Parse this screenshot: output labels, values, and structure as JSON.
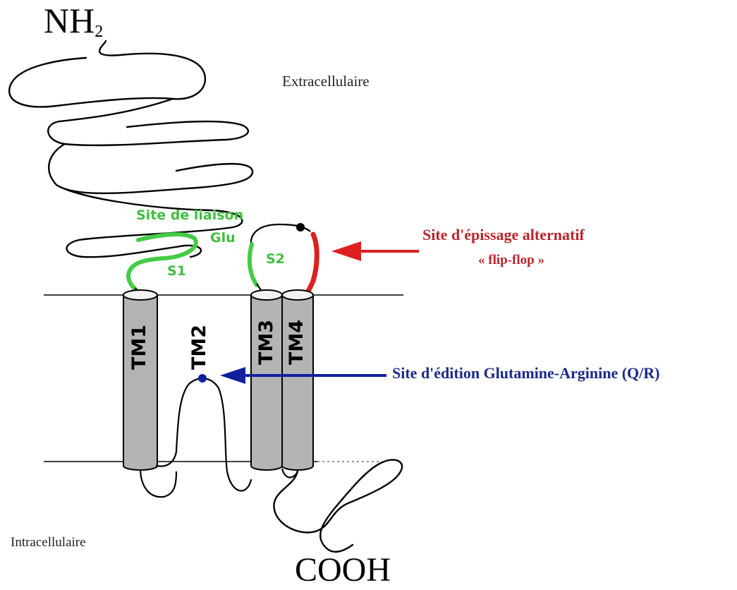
{
  "labels": {
    "nh2": "NH",
    "nh2_sub": "2",
    "extracellular": "Extracellulaire",
    "intracellular": "Intracellulaire",
    "cooh": "COOH",
    "glu_site_line1": "Site de liaison",
    "glu_site_line2": "Glu",
    "s1": "S1",
    "s2": "S2",
    "splice_line1": "Site d'épissage alternatif",
    "splice_line2": "« flip-flop »",
    "edit_site": "Site d'édition Glutamine-Arginine (Q/R)",
    "tm1": "TM1",
    "tm2": "TM2",
    "tm3": "TM3",
    "tm4": "TM4"
  },
  "colors": {
    "ligand_binding": "#44cc44",
    "splice": "#dd1f1f",
    "edit": "#1020a0",
    "helix_fill": "#b4b4b4",
    "helix_top": "#f2f2f2"
  }
}
